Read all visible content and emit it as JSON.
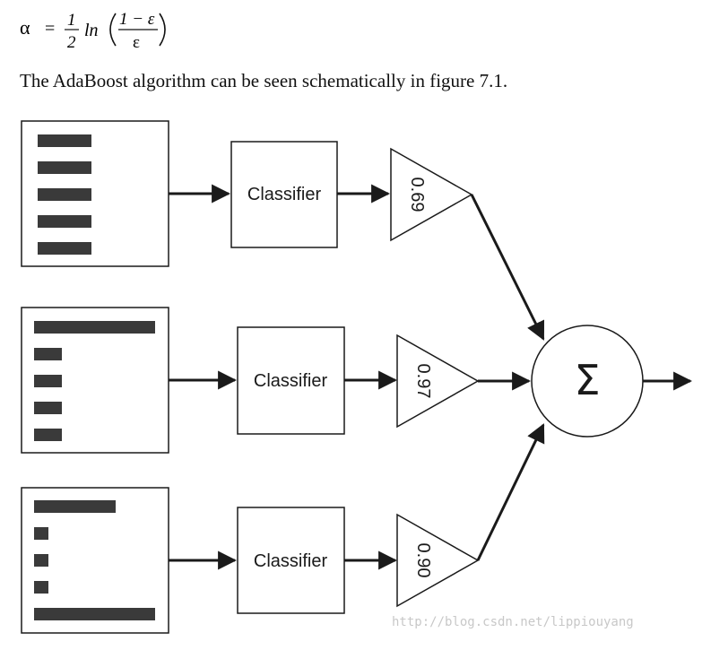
{
  "formula": {
    "lhs": "α",
    "eq": "=",
    "num": "1",
    "den": "2",
    "ln": "ln",
    "inner_num": "1 − ε",
    "inner_den": "ε"
  },
  "caption": "The AdaBoost algorithm can be seen schematically in figure 7.1.",
  "diagram": {
    "classifier_label": "Classifier",
    "weights": [
      "0.69",
      "0.97",
      "0.90"
    ],
    "sum_symbol": "Σ"
  },
  "watermark": "http://blog.csdn.net/lippiouyang",
  "colors": {
    "stroke": "#1a1a1a",
    "bar_fill": "#3a3a3a",
    "watermark": "#c8c8c8"
  }
}
